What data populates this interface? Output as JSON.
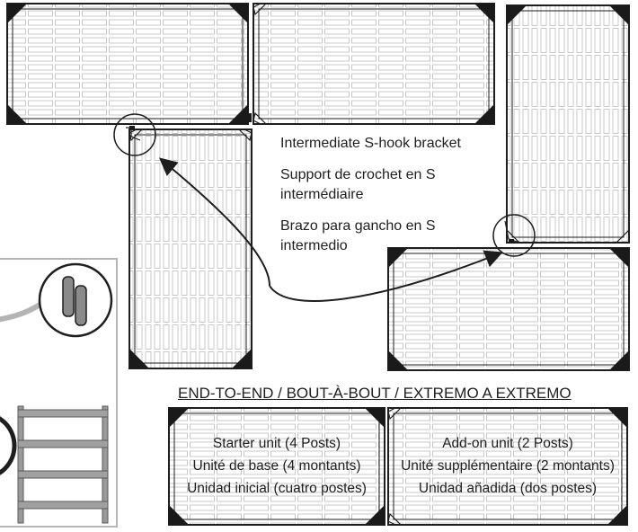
{
  "diagram": {
    "callout_text": [
      "Intermediate S-hook bracket",
      "Support de crochet en S",
      "intermédiaire",
      "Brazo para gancho en S",
      "intermedio"
    ],
    "section_heading": "END-TO-END / BOUT-À-BOUT / EXTREMO A EXTREMO",
    "starter_unit": [
      "Starter unit (4 Posts)",
      "Unité de base (4 montants)",
      "Unidad inicial (cuatro postes)"
    ],
    "addon_unit": [
      "Add-on unit (2 Posts)",
      "Unité supplémentaire (2 montants)",
      "Unidad añadida (dos postes)"
    ],
    "colors": {
      "line": "#1e1e1e",
      "grid": "#c8c8c8",
      "corner": "#1a1a1a",
      "frame": "#9a9a9a"
    },
    "icons": [
      "s-hook-icon",
      "shelf-unit-icon",
      "corner-bracket-icon"
    ]
  }
}
